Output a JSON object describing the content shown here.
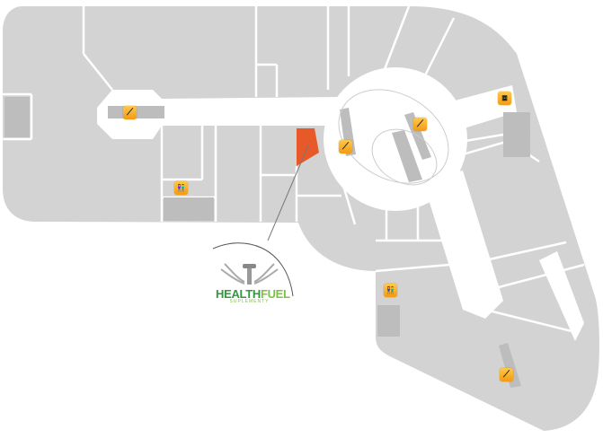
{
  "map": {
    "highlighted_store": {
      "color": "#e8592a"
    },
    "store_logo": {
      "name_part1": "HEALTH",
      "name_part2": "FUEL",
      "subtitle": "SUPLEMENTY"
    },
    "icons": [
      {
        "type": "escalator-icon",
        "glyph": "⟋"
      },
      {
        "type": "escalator-icon",
        "glyph": "⟋"
      },
      {
        "type": "escalator-icon",
        "glyph": "⟋"
      },
      {
        "type": "escalator-icon",
        "glyph": "⟋"
      },
      {
        "type": "restroom-icon",
        "glyph": "👫"
      },
      {
        "type": "restroom-icon",
        "glyph": "👫"
      },
      {
        "type": "elevator-icon",
        "glyph": "⧈"
      }
    ],
    "colors": {
      "floor": "#d3d3d3",
      "corridor": "#ffffff",
      "icon": "#f5a623"
    }
  }
}
